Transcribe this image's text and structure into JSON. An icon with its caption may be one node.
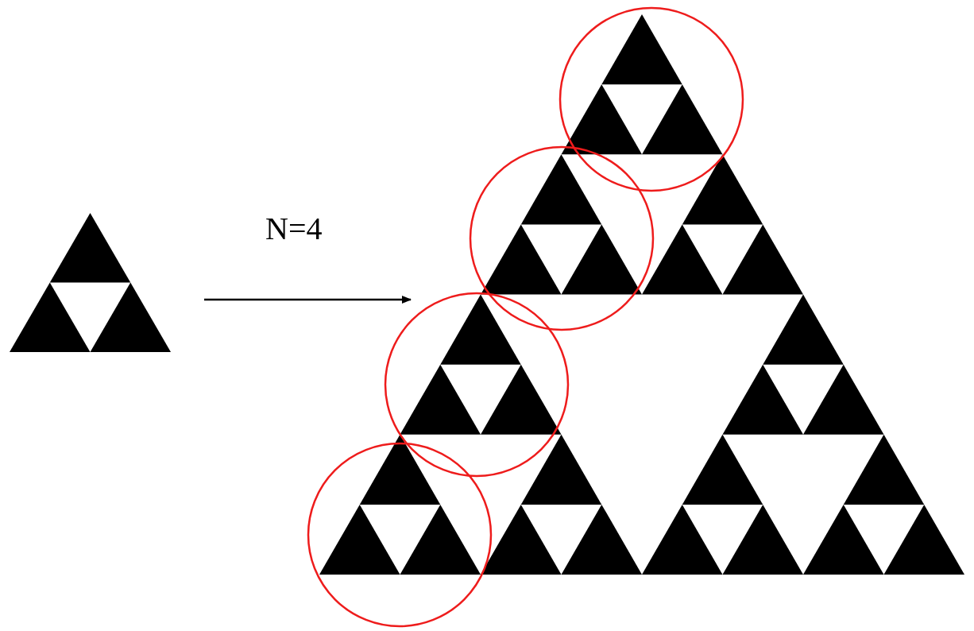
{
  "diagram": {
    "nodes": [
      {
        "text": [],
        "shape": "picture"
      },
      {
        "text": [],
        "shape": "picture"
      }
    ],
    "edges": [
      {
        "from": 0,
        "to": 1,
        "arrow": "to",
        "label": "N=4"
      }
    ]
  }
}
